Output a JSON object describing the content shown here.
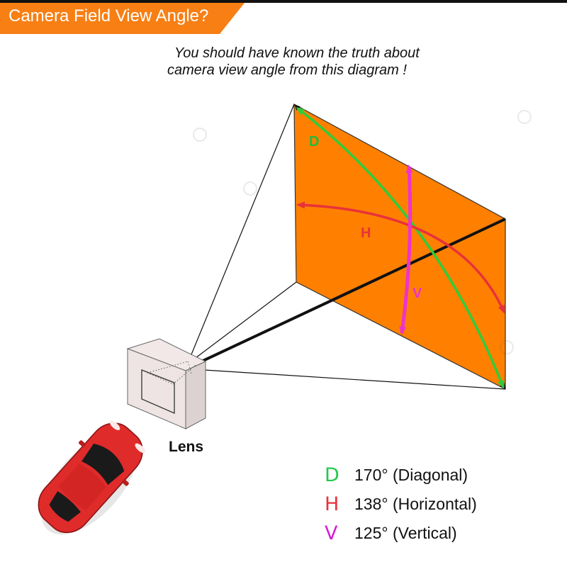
{
  "banner": {
    "title": "Camera Field View Angle?"
  },
  "subtitle": {
    "line1": "You should have known the truth about",
    "line2": "camera view angle from this diagram !"
  },
  "diagram": {
    "lens_label": "Lens",
    "arrow_labels": {
      "diagonal": "D",
      "horizontal": "H",
      "vertical": "V"
    }
  },
  "legend": [
    {
      "letter": "D",
      "text": "170° (Diagonal)",
      "color": "#22c84a"
    },
    {
      "letter": "H",
      "text": "138° (Horizontal)",
      "color": "#e8323a"
    },
    {
      "letter": "V",
      "text": "125° (Vertical)",
      "color": "#d21ed2"
    }
  ],
  "colors": {
    "banner": "#f77f14",
    "screen": "#ff8000",
    "diagonal": "#2fcc3a",
    "horizontal": "#e8323a",
    "vertical": "#ee33cc",
    "car": "#e02b2b"
  }
}
